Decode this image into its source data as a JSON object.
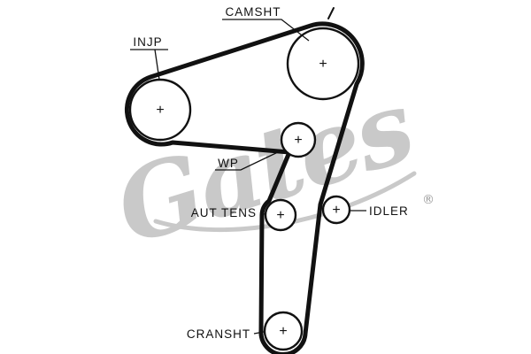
{
  "diagram": {
    "center_mark": "+",
    "watermark": {
      "text": "Gates",
      "registered": "®"
    },
    "colors": {
      "line": "#111111",
      "watermark": "#c9c9c9"
    },
    "pulleys": [
      {
        "id": "camsht",
        "label": "CAMSHT"
      },
      {
        "id": "injp",
        "label": "INJP"
      },
      {
        "id": "wp",
        "label": "WP"
      },
      {
        "id": "aut-tens",
        "label": "AUT TENS"
      },
      {
        "id": "idler",
        "label": "IDLER"
      },
      {
        "id": "cransht",
        "label": "CRANSHT"
      }
    ]
  }
}
